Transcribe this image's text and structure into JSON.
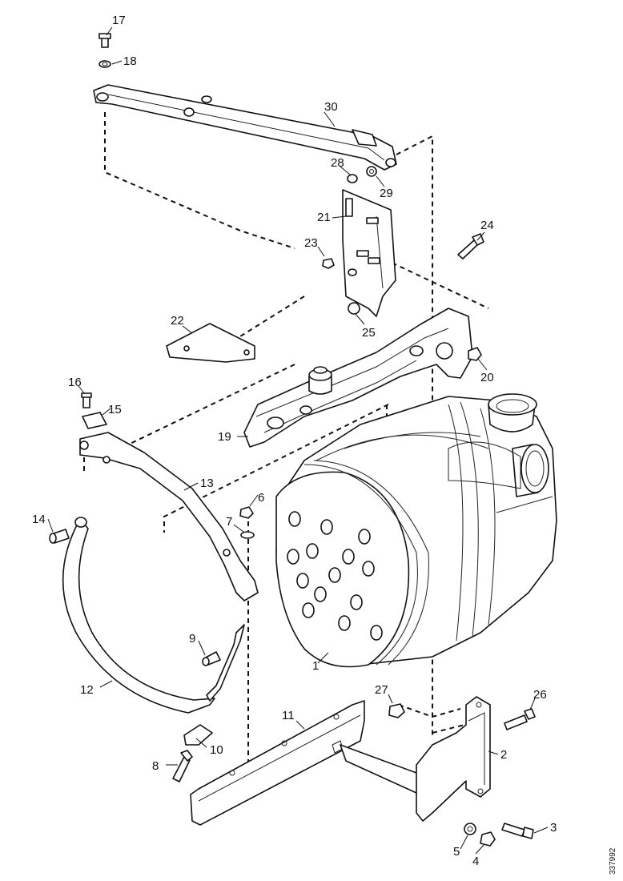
{
  "drawing_code": "337992",
  "callouts": [
    "1",
    "2",
    "3",
    "4",
    "5",
    "6",
    "7",
    "8",
    "9",
    "10",
    "11",
    "12",
    "13",
    "14",
    "15",
    "16",
    "17",
    "18",
    "19",
    "20",
    "21",
    "22",
    "23",
    "24",
    "25",
    "26",
    "27",
    "28",
    "29",
    "30"
  ]
}
